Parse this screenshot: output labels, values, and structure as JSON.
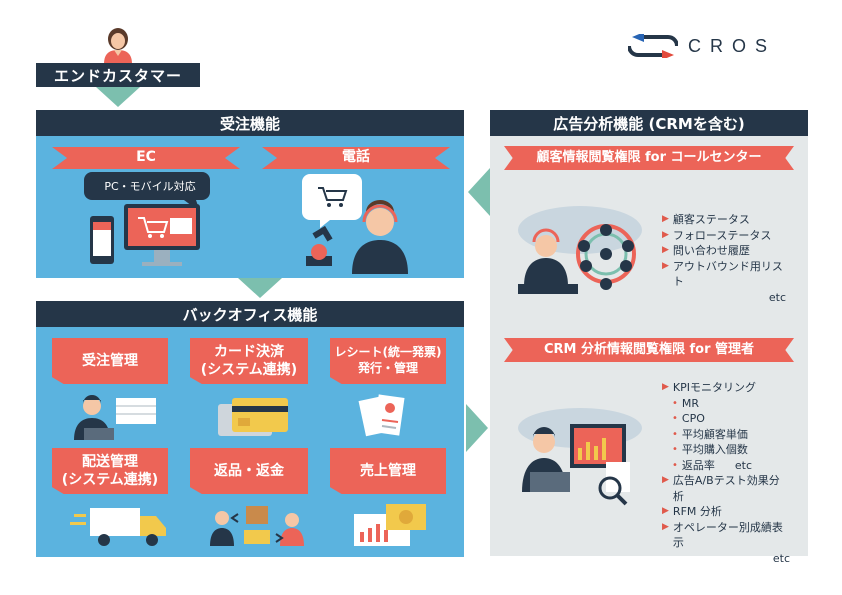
{
  "brand": {
    "logo_text": "CROS",
    "navy": "#253648",
    "red": "#ec6458",
    "blue": "#5bb3df",
    "teal": "#7cbfae",
    "gray": "#e4e8e9"
  },
  "customer": {
    "label": "エンドカスタマー"
  },
  "order": {
    "title": "受注機能",
    "ec_label": "EC",
    "phone_label": "電話",
    "bubble_text": "PC・モバイル対応"
  },
  "backoffice": {
    "title": "バックオフィス機能",
    "cards": [
      {
        "label": "受注管理"
      },
      {
        "label": "カード決済\n(システム連携)"
      },
      {
        "label": "レシート(統一発票)\n発行・管理"
      },
      {
        "label": "配送管理\n(システム連携)"
      },
      {
        "label": "返品・返金"
      },
      {
        "label": "売上管理"
      }
    ]
  },
  "analytics": {
    "title": "広告分析機能 (CRMを含む)",
    "callcenter": {
      "title": "顧客情報閲覧権限 for コールセンター",
      "items": [
        "顧客ステータス",
        "フォローステータス",
        "問い合わせ履歴",
        "アウトバウンド用リスト"
      ],
      "etc": "etc"
    },
    "manager": {
      "title": "CRM 分析情報閲覧権限 for 管理者",
      "kpi": "KPIモニタリング",
      "kpi_items": [
        "MR",
        "CPO",
        "平均顧客単価",
        "平均購入個数",
        "返品率"
      ],
      "kpi_etc": "etc",
      "items": [
        "広告A/Bテスト効果分析",
        "RFM 分析",
        "オペレーター別成績表示"
      ],
      "etc": "etc"
    }
  }
}
